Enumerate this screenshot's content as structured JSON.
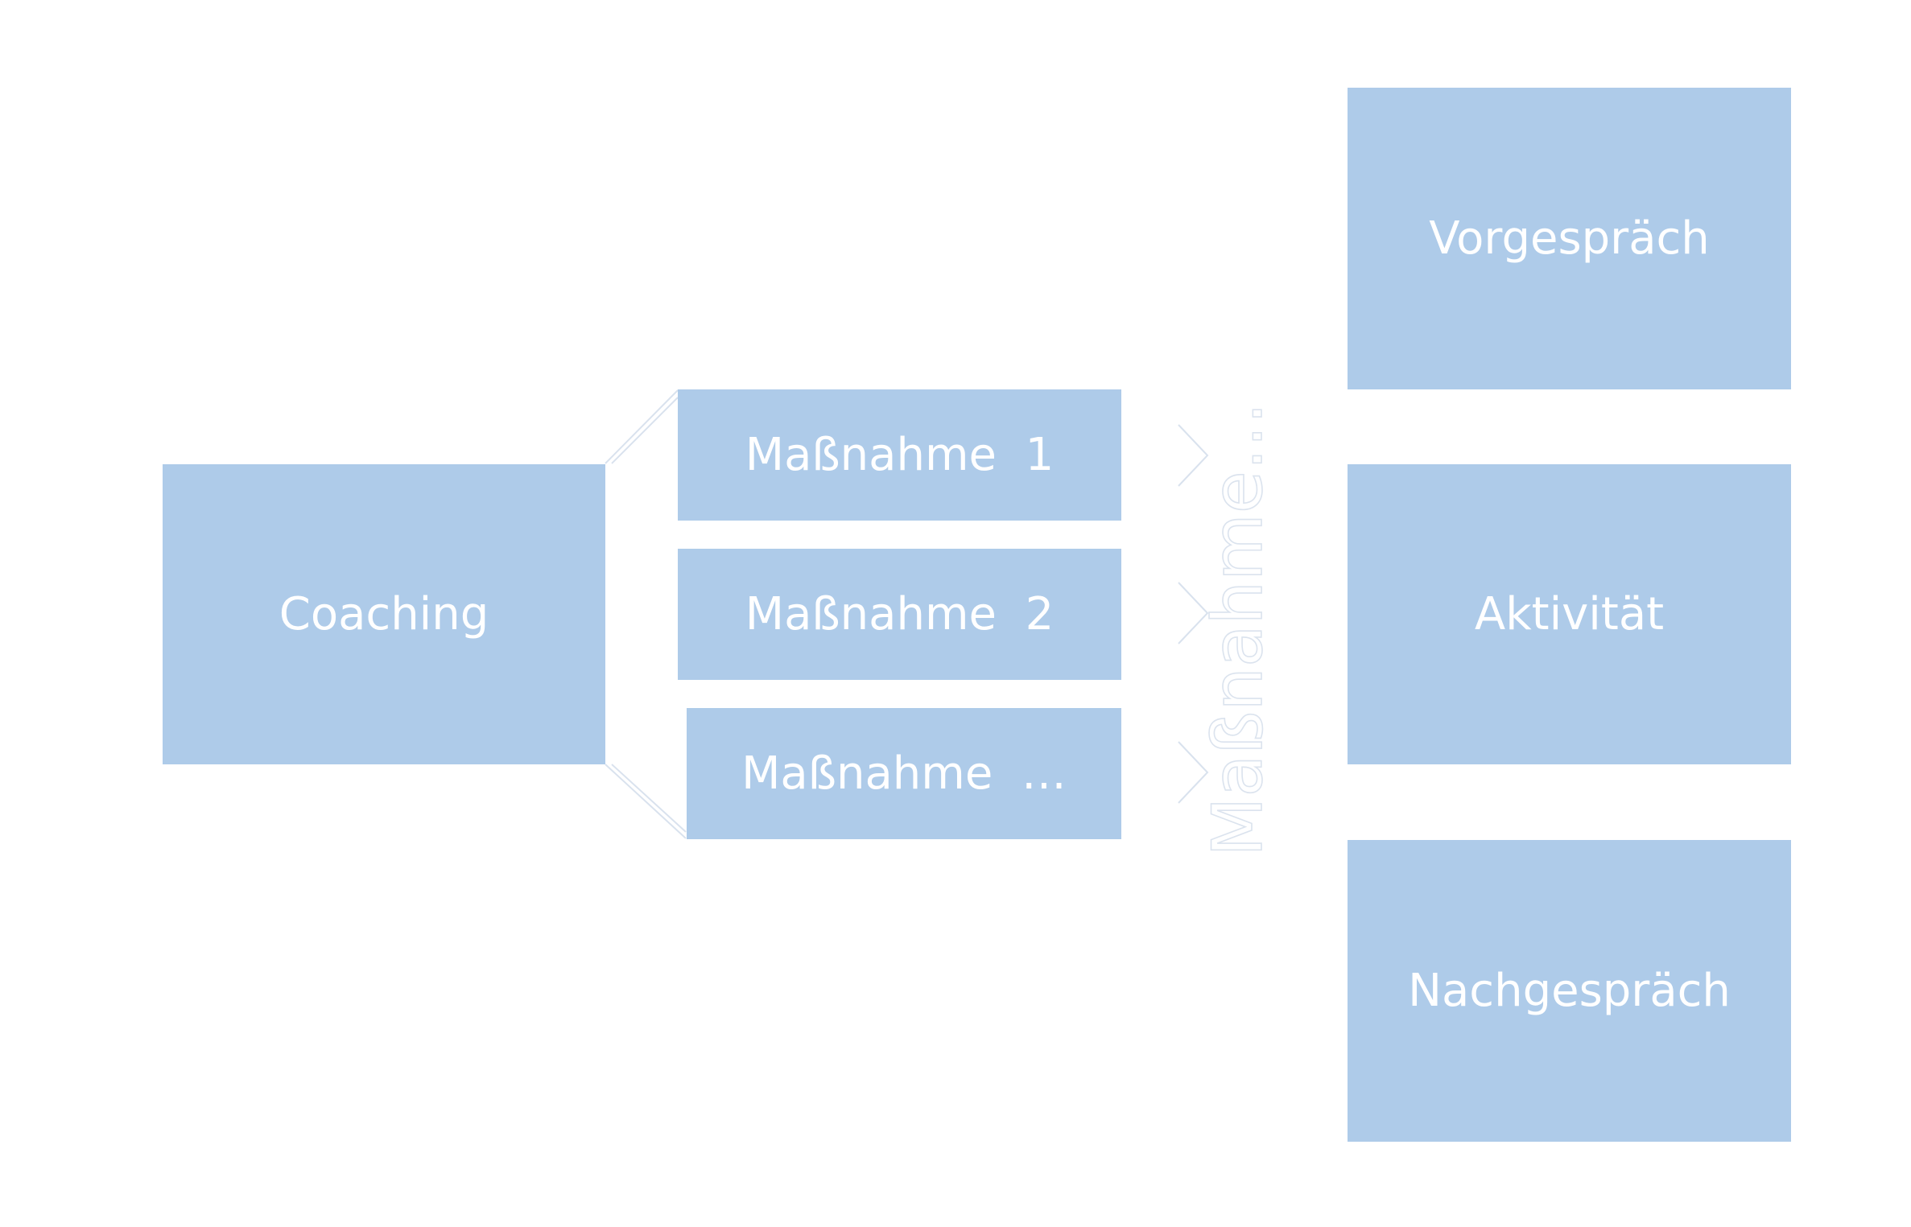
{
  "diagram": {
    "root": {
      "label": "Coaching"
    },
    "measures": [
      {
        "label": "Maßnahme  1"
      },
      {
        "label": "Maßnahme  2"
      },
      {
        "label": "Maßnahme  …"
      }
    ],
    "vertical_label": "Maßnahme…",
    "phases": [
      {
        "label": "Vorgespräch"
      },
      {
        "label": "Aktivität"
      },
      {
        "label": "Nachgespräch"
      }
    ],
    "colors": {
      "box_fill": "#aecbe9",
      "box_text": "#ffffff",
      "outline": "#dbe3ee",
      "background": "#ffffff"
    }
  }
}
